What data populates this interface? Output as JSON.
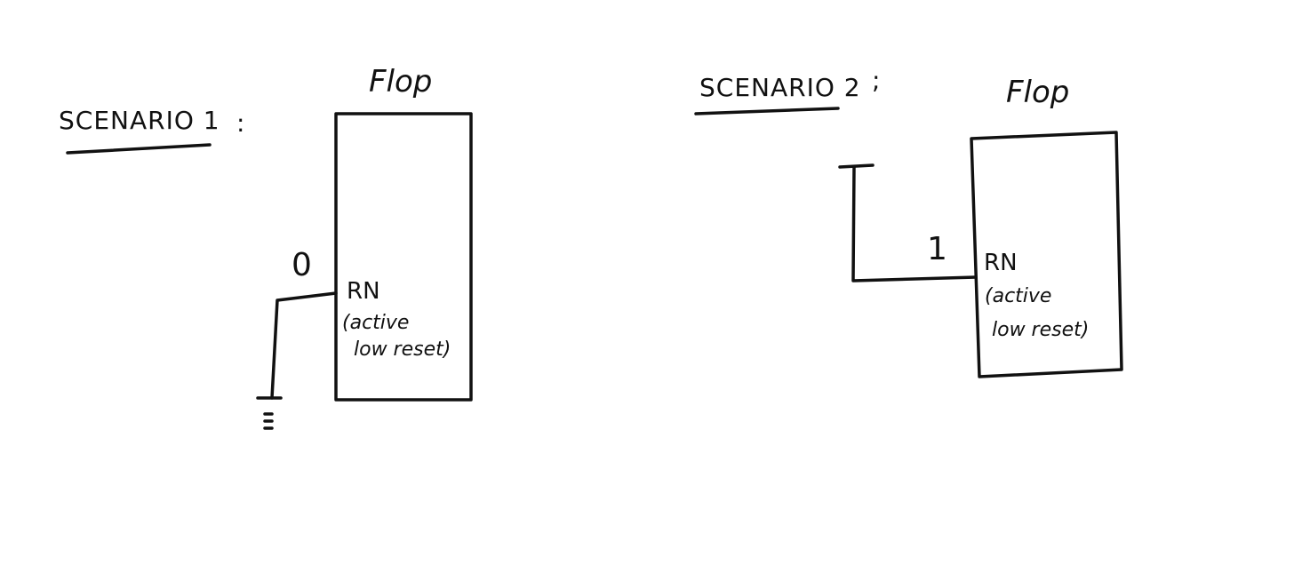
{
  "diagram": {
    "ink_color": "#111111",
    "background": "#ffffff",
    "scenario1": {
      "title": "SCENARIO 1",
      "colon": ":",
      "block_label": "Flop",
      "pin_label": "RN",
      "note_line1": "(active",
      "note_line2": "low reset)",
      "input_value": "0",
      "connection": "ground-icon"
    },
    "scenario2": {
      "title": "SCENARIO 2",
      "colon": ";",
      "block_label": "Flop",
      "pin_label": "RN",
      "note_line1": "(active",
      "note_line2": "low reset)",
      "input_value": "1",
      "connection": "vdd-tie-icon"
    }
  }
}
